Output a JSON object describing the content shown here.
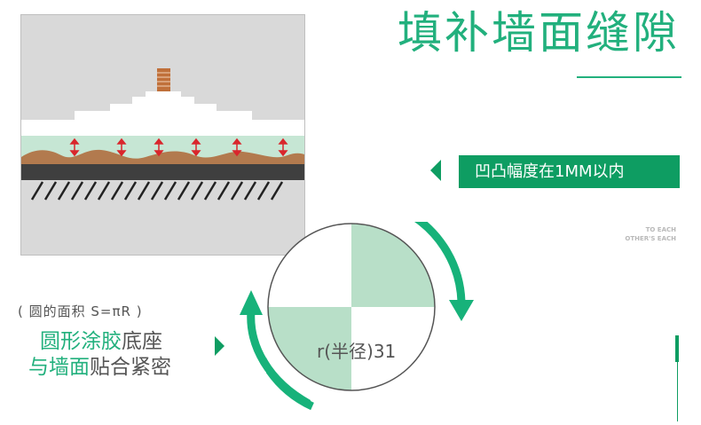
{
  "title": "填补墙面缝隙",
  "badge": {
    "label": "凹凸幅度在1MM以内"
  },
  "tagline": {
    "line1": "TO EACH",
    "line2": "OTHER'S EACH"
  },
  "formula": "( 圆的面积 S=πR )",
  "description": {
    "line1_highlight": "圆形涂胶",
    "line1_rest": "底座",
    "line2_highlight": "与墙面",
    "line2_rest": "贴合紧密"
  },
  "radius_label": "r(半径)31",
  "colors": {
    "accent": "#22b07d",
    "accent_dark": "#0e9d62",
    "quadrant": "#b8dfc8",
    "arrow_red": "#d9262c",
    "glue_brown": "#b27a4e",
    "wall_gray": "#3f3f3f"
  }
}
